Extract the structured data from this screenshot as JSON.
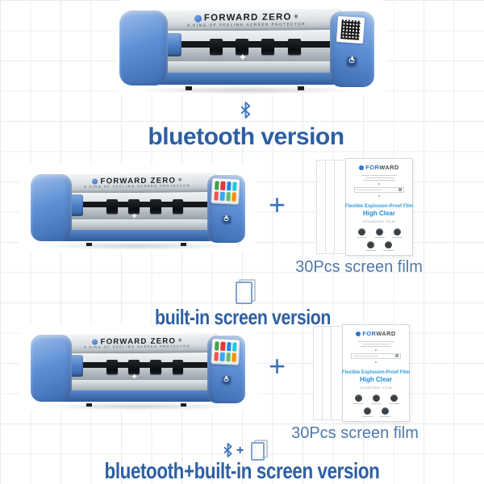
{
  "colors": {
    "label_blue": "#2d5fa4",
    "muted_blue": "#4f79ab",
    "grid_line": "#e8ecef",
    "machine_blue": "#4d82cc",
    "film_title_blue": "#2e9bdc",
    "chip_colors": [
      "#43a047",
      "#e53935",
      "#1e88e5",
      "#26c6da",
      "#ef5350",
      "#42a5f5",
      "#66bb6a",
      "#fb8c00"
    ]
  },
  "machine": {
    "brand": "FORWARD ZERO",
    "reg": "®",
    "tagline": "A KING OF PEELING SCREEN PROTECTOR"
  },
  "sections": [
    {
      "id": "bluetooth",
      "label": "bluetooth version"
    },
    {
      "id": "builtin",
      "label": "built-in screen version"
    },
    {
      "id": "combo",
      "label": "bluetooth+built-in screen version"
    }
  ],
  "bundle": {
    "plus": "+",
    "film_count_label": "30Pcs screen film"
  },
  "film": {
    "brand_a": "FOR",
    "brand_b": "WARD",
    "title": "Flexible Explosion-Proof Film",
    "subtitle": "High Clear",
    "note": "HYDROGEL FILM"
  }
}
